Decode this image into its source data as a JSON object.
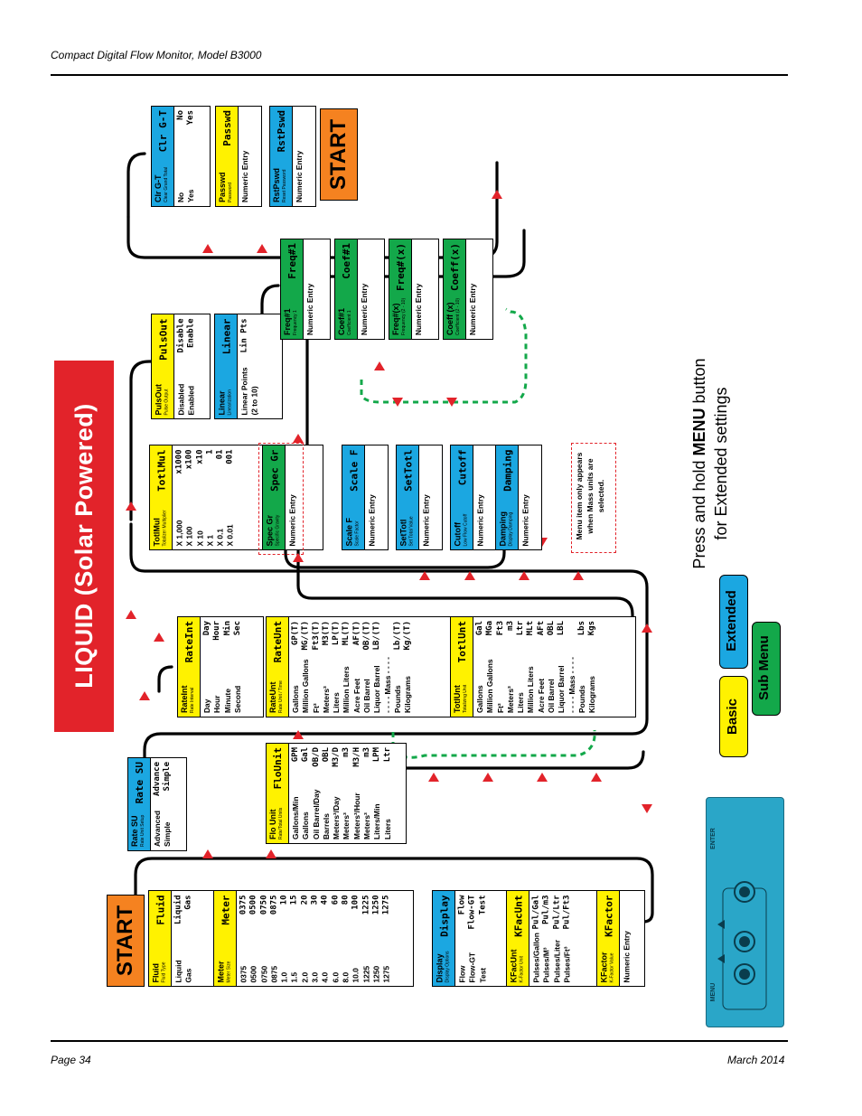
{
  "header": {
    "title": "Compact Digital Flow Monitor, Model B3000"
  },
  "footer": {
    "page": "Page 34",
    "date": "March 2014"
  },
  "banner": {
    "text": "LIQUID (Solar Powered)"
  },
  "start_label": "START",
  "instruction": {
    "line1a": "Press and hold ",
    "menu_word": "MENU",
    "line1b": " button",
    "line2": "for Extended settings"
  },
  "legend": {
    "basic": "Basic",
    "sub_menu": "Sub Menu",
    "extended": "Extended"
  },
  "colors": {
    "basic": "#fff200",
    "extended": "#1ba7e1",
    "sub_menu": "#13a84a",
    "start": "#f58220",
    "banner": "#e2232a",
    "path": "#e2232a",
    "dashed_path": "#13a84a"
  },
  "menus": {
    "fluid": {
      "title": "Fluid",
      "subtitle": "Fluid Type",
      "code": "Fluid",
      "options": "Liquid\nGas",
      "codes": "Liquid\nGas"
    },
    "meter": {
      "title": "Meter",
      "subtitle": "Meter Size",
      "code": "Meter",
      "options": "0375\n0500\n0750\n0875\n1.0\n1.5\n2.0\n3.0\n4.0\n6.0\n8.0\n10.0\n1225\n1250\n1275",
      "codes": "0375\n0500\n0750\n0875\n10\n15\n20\n30\n40\n60\n80\n100\n1225\n1250\n1275"
    },
    "display": {
      "title": "Display",
      "subtitle": "Display Options",
      "code": "Display",
      "options": "Flow\nFlow-GT\nTest",
      "codes": "Flow\nFlow-GT\nTest"
    },
    "kfacunt": {
      "title": "KFacUnt",
      "subtitle": "K-Factor Unit",
      "code": "KFacUnt",
      "options": "Pulses/Gallon\nPulses/M³\nPulses/Liter\nPulses/Ft³",
      "codes": "Pul/Gal\nPul/m3\nPul/Ltr\nPul/Ft3"
    },
    "kfactor": {
      "title": "KFactor",
      "subtitle": "K-Factor Value",
      "code": "KFactor",
      "options": "Numeric Entry"
    },
    "ratesu": {
      "title": "Rate SU",
      "subtitle": "Rate Unit Setup",
      "code": "Rate SU",
      "options": "Advanced\nSimple",
      "codes": "Advance\nSimple"
    },
    "flounit": {
      "title": "Flo Unit",
      "subtitle": "Rate/Total Units",
      "code": "FloUnit",
      "options": "Gallons/Min\nGallons\nOil Barrel/Day\nBarrels\nMeters³/Day\nMeters³\nMeters³/Hour\nMeters³\nLiters/Min\nLiters",
      "codes": "GPM\nGal\nOB/D\nOBL\nM3/D\nm3\nM3/H\nm3\nLPM\nLtr"
    },
    "rateint": {
      "title": "RateInt",
      "subtitle": "Rate Interval",
      "code": "RateInt",
      "options": "Day\nHour\nMinute\nSecond",
      "codes": "Day\nHour\nMin\nSec"
    },
    "rateunt": {
      "title": "RateUnt",
      "subtitle": "Rate Unit / Time",
      "code": "RateUnt",
      "options": "Gallons\nMillion Gallons\nFt³\nMeters³\nLiters\nMillion Liters\nAcre Feet\nOil Barrel\nLiquor Barrel\n- - - - Mass - - - -\nPounds\nKilograms",
      "codes": "GP(T)\nMG/(T)\nFt3(T)\nM3(T)\nLP(T)\nML(T)\nAF(T)\nOB/(T)\nLB/(T)\n\nLb/(T)\nKg/(T)"
    },
    "totlunt": {
      "title": "TotlUnt",
      "subtitle": "Totalizing Unit",
      "code": "TotlUnt",
      "options": "Gallons\nMillion Gallons\nFt³\nMeters³\nLiters\nMillion Liters\nAcre Feet\nOil Barrel\nLiquor Barrel\n- - - - Mass - - - -\nPounds\nKilograms",
      "codes": "Gal\nMGa\nFt3\nm3\nLtr\nMLt\nAFt\nOBL\nLBL\n\nLbs\nKgs"
    },
    "totlmul": {
      "title": "TotlMul",
      "subtitle": "Totalizer Multiplier",
      "code": "TotlMul",
      "options": "X 1,000\nX 100\nX 10\nX 1\nX 0.1\nX 0.01",
      "codes": "x1000\nx100\nx10\n1\n01\n001"
    },
    "specgr": {
      "title": "Spec Gr",
      "subtitle": "Specific Gravity",
      "code": "Spec Gr",
      "options": "Numeric Entry"
    },
    "scalef": {
      "title": "Scale F",
      "subtitle": "Scale Factor",
      "code": "Scale F",
      "options": "Numeric Entry"
    },
    "settotl": {
      "title": "SetTotl",
      "subtitle": "Set Total Value",
      "code": "SetTotl",
      "options": "Numeric Entry"
    },
    "cutoff": {
      "title": "Cutoff",
      "subtitle": "Low Flow Cutoff",
      "code": "Cutoff",
      "options": "Numeric Entry"
    },
    "damping": {
      "title": "Damping",
      "subtitle": "Display Damping",
      "code": "Damping",
      "options": "Numeric Entry"
    },
    "pulsout": {
      "title": "PulsOut",
      "subtitle": "Pulse Output",
      "code": "PulsOut",
      "options": "Disabled\nEnabled",
      "codes": "Disable\nEnable"
    },
    "linear": {
      "title": "Linear",
      "subtitle": "Linearization",
      "code": "Linear",
      "options": "Linear Points\n(2 to 10)",
      "codes": "Lin Pts"
    },
    "freq1": {
      "title": "Freq#1",
      "subtitle": "Frequency 1",
      "code": "Freq#1",
      "options": "Numeric Entry"
    },
    "coef1": {
      "title": "Coef#1",
      "subtitle": "Coefficient 1",
      "code": "Coef#1",
      "options": "Numeric Entry"
    },
    "freqx": {
      "title": "Freq#(x)",
      "subtitle": "Frequency (2 - 10)",
      "code": "Freq#(x)",
      "options": "Numeric Entry"
    },
    "coefx": {
      "title": "Coeff (x)",
      "subtitle": "Coefficient (2 - 10)",
      "code": "Coeff(x)",
      "options": "Numeric Entry"
    },
    "clrgt": {
      "title": "Clr G-T",
      "subtitle": "Clear Grand Total",
      "code": "Clr G-T",
      "options": "No\nYes",
      "codes": "No\nYes"
    },
    "passwd": {
      "title": "Passwd",
      "subtitle": "Password",
      "code": "Passwd",
      "options": "Numeric Entry"
    },
    "rstpswd": {
      "title": "RstPswd",
      "subtitle": "Reset Password",
      "code": "RstPswd",
      "options": "Numeric Entry"
    }
  },
  "mass_note": "Menu item only appears when Mass units are selected.",
  "device": {
    "btn1": "MENU",
    "btn3": "ENTER"
  }
}
